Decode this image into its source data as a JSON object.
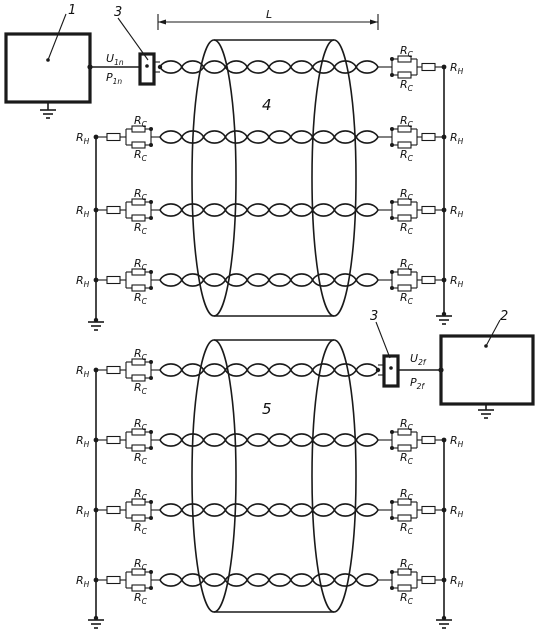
{
  "labels": {
    "device_1": "1",
    "device_2": "2",
    "coupler": "3",
    "cable_a": "4",
    "cable_b": "5",
    "length": "L",
    "u_in": "U",
    "u_in_sub": "1n",
    "p_in": "P",
    "p_in_sub": "1n",
    "u_out": "U",
    "u_out_sub": "2f",
    "p_out": "P",
    "p_out_sub": "2f",
    "rc": "R",
    "rc_sub": "C",
    "rh": "R",
    "rh_sub": "H"
  }
}
